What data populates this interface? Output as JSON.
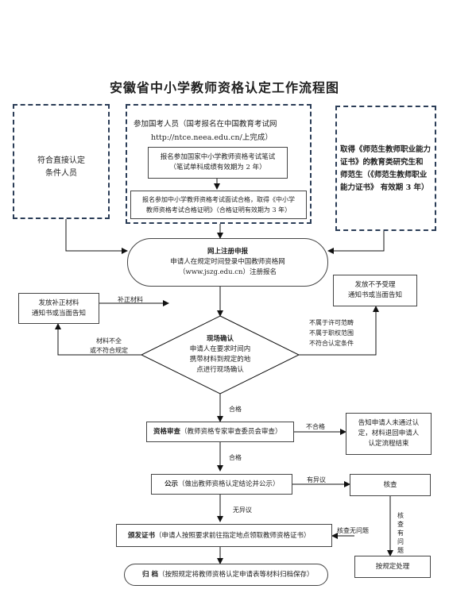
{
  "title": "安徽省中小学教师资格认定工作流程图",
  "direct": {
    "line1": "符合直接认定",
    "line2": "条件人员"
  },
  "exam": {
    "heading": "参加国考人员（国考报名在中国教育考试网",
    "url": "http://ntce.neea.edu.cn/上完成）",
    "written": {
      "line1": "报名参加国家中小学教师资格考试笔试",
      "line2": "（笔试单科成绩有效期为 2 年）"
    },
    "interview": {
      "line1": "报名参加中小学教师资格考试面试合格，取得《中小学",
      "line2": "教师资格考试合格证明》（合格证明有效期为 3 年）"
    }
  },
  "normal": {
    "line1": "取得《师范生教师职业能力",
    "line2": "证书》的教育类研究生和",
    "line3": "师范生（《师范生教师职业",
    "line4": "能力证书》 有效期 3 年）"
  },
  "register": {
    "title": "网上注册申报",
    "line1": "申请人在规定时间登录中国教师资格网",
    "line2": "（www.jszg.edu.cn）注册报名"
  },
  "supplement": {
    "line1": "发放补正材料",
    "line2": "通知书或当面告知"
  },
  "reject": {
    "line1": "发放不予受理",
    "line2": "通知书或当面告知"
  },
  "onsite": {
    "title": "现场确认",
    "line1": "申请人在要求时间内",
    "line2": "携带材料到规定的地",
    "line3": "点进行现场确认"
  },
  "review": {
    "bold": "资格审查",
    "rest": "（教师资格专家审查委员会审查）"
  },
  "notpass_notice": {
    "line1": "告知申请人未通过认",
    "line2": "定，材料退回申请人",
    "line3": "认定流程结束"
  },
  "publicity": {
    "bold": "公示",
    "rest": "（做出教师资格认定结论并公示）"
  },
  "verify": "核查",
  "issue": {
    "bold": "颁发证书",
    "rest": "（申请人按照要求前往指定地点领取教师资格证书）"
  },
  "handle": "按规定处理",
  "archive": {
    "bold": "归  档",
    "rest": "（按照规定将教师资格认定申请表等材料归档保存）"
  },
  "labels": {
    "supplement_material": "补正材料",
    "incomplete1": "材料不全",
    "incomplete2": "或不符合规定",
    "not_accept1": "不属于许可范畴",
    "not_accept2": "不属于职权范围",
    "not_accept3": "不符合认定条件",
    "pass1": "合格",
    "fail": "不合格",
    "pass2": "合格",
    "objection": "有异议",
    "no_objection": "无异议",
    "verify_ok": "核查无问题",
    "verify_problem1": "核查",
    "verify_problem2": "有",
    "verify_problem3": "问",
    "verify_problem4": "题"
  }
}
